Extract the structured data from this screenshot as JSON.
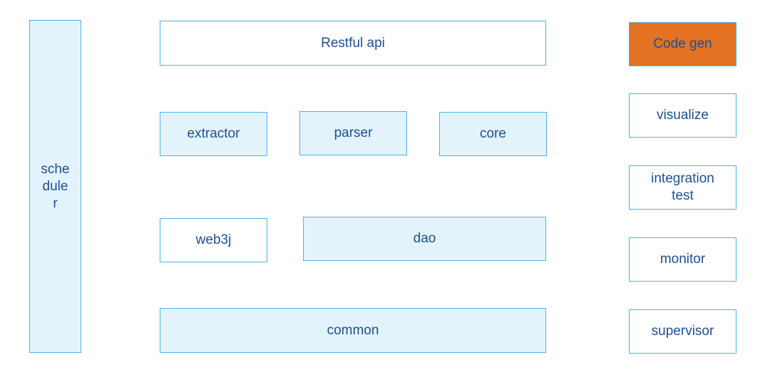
{
  "diagram": {
    "scheduler": {
      "label": "sche\ndule\nr"
    },
    "restful_api": {
      "label": "Restful api"
    },
    "extractor": {
      "label": "extractor"
    },
    "parser": {
      "label": "parser"
    },
    "core": {
      "label": "core"
    },
    "web3j": {
      "label": "web3j"
    },
    "dao": {
      "label": "dao"
    },
    "common": {
      "label": "common"
    },
    "code_gen": {
      "label": "Code gen"
    },
    "visualize": {
      "label": "visualize"
    },
    "integration_test": {
      "label": "integration\ntest"
    },
    "monitor": {
      "label": "monitor"
    },
    "supervisor": {
      "label": "supervisor"
    }
  },
  "colors": {
    "border": "#4fb3e0",
    "text": "#1f4f8f",
    "light_fill": "#e2f3fc",
    "accent_fill": "#e37222"
  }
}
